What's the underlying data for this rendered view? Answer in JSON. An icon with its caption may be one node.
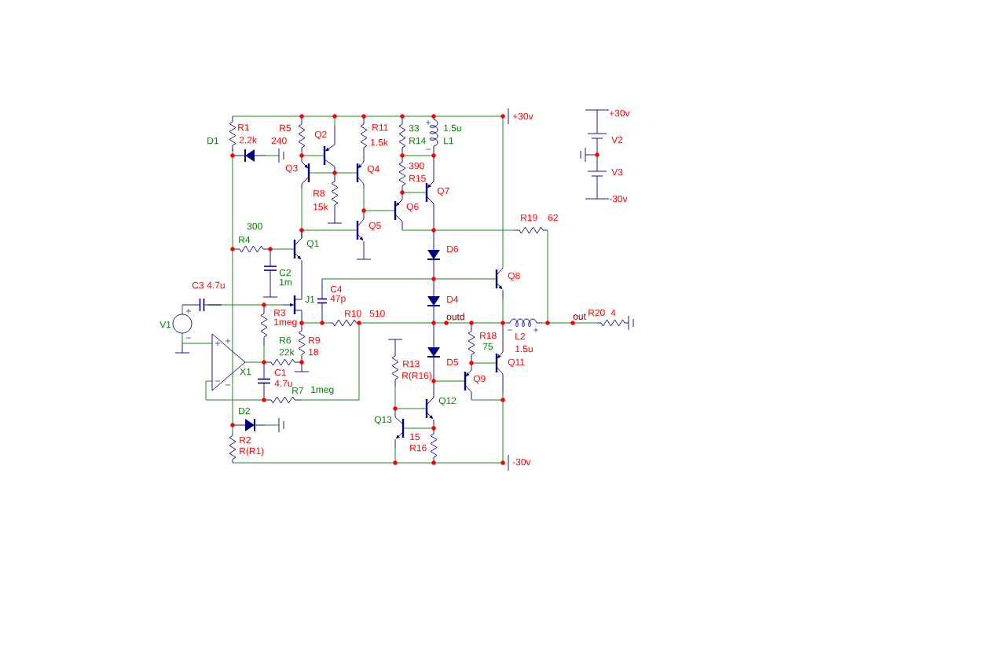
{
  "diagram": {
    "labels": [
      "R1",
      "D1",
      "2.2k",
      "R5",
      "240",
      "Q2",
      "R11",
      "1.5k",
      "33",
      "R14",
      "1.5u",
      "L1",
      "+30v",
      "+30v",
      "Q3",
      "Q4",
      "V2",
      "R8",
      "15k",
      "390",
      "R15",
      "Q7",
      "V3",
      "-30v",
      "Q6",
      "R19",
      "62",
      "300",
      "Q5",
      "R4",
      "Q1",
      "D6",
      "C2",
      "1m",
      "Q8",
      "C3",
      "4.7u",
      "C4",
      "J1",
      "47p",
      "D4",
      "V1",
      "R3",
      "1meg",
      "R10",
      "510",
      "outd",
      "out",
      "R20",
      "4",
      "R18",
      "75",
      "L2",
      "1.5u",
      "R6",
      "22k",
      "R9",
      "18",
      "R13",
      "D5",
      "Q11",
      "X1",
      "C1",
      "4.7u",
      "R(R16)",
      "Q9",
      "R7",
      "1meg",
      "Q12",
      "D2",
      "Q13",
      "15",
      "R2",
      "R16",
      "R(R1)",
      "-30v"
    ]
  }
}
